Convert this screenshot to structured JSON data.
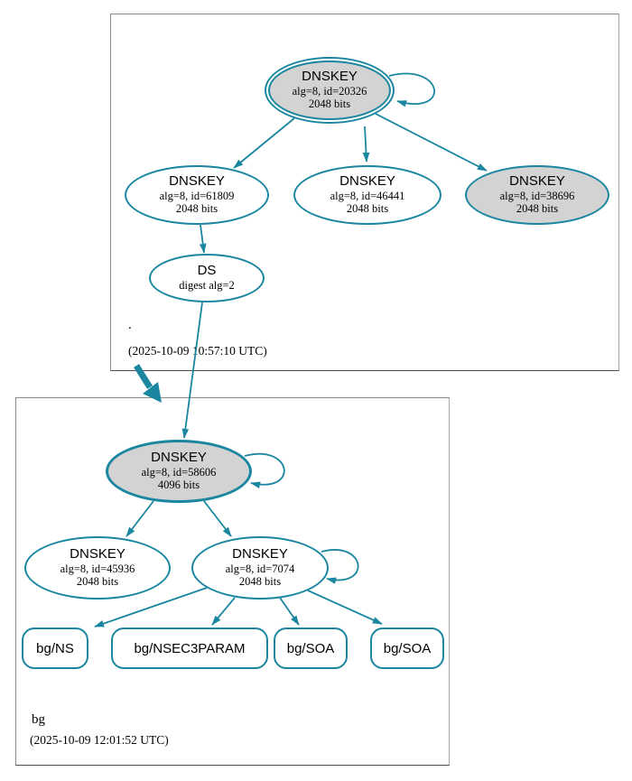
{
  "colors": {
    "teal": "#1a86a0",
    "node_fill": "#d3d3d3",
    "cluster_border": "#808080"
  },
  "clusters": {
    "root": {
      "label": ".",
      "timestamp": "(2025-10-09 10:57:10 UTC)"
    },
    "bg": {
      "label": "bg",
      "timestamp": "(2025-10-09 12:01:52 UTC)"
    }
  },
  "nodes": {
    "k20326": {
      "title": "DNSKEY",
      "detail1": "alg=8, id=20326",
      "detail2": "2048 bits"
    },
    "k61809": {
      "title": "DNSKEY",
      "detail1": "alg=8, id=61809",
      "detail2": "2048 bits"
    },
    "k46441": {
      "title": "DNSKEY",
      "detail1": "alg=8, id=46441",
      "detail2": "2048 bits"
    },
    "k38696": {
      "title": "DNSKEY",
      "detail1": "alg=8, id=38696",
      "detail2": "2048 bits"
    },
    "ds": {
      "title": "DS",
      "detail1": "digest alg=2"
    },
    "k58606": {
      "title": "DNSKEY",
      "detail1": "alg=8, id=58606",
      "detail2": "4096 bits"
    },
    "k45936": {
      "title": "DNSKEY",
      "detail1": "alg=8, id=45936",
      "detail2": "2048 bits"
    },
    "k7074": {
      "title": "DNSKEY",
      "detail1": "alg=8, id=7074",
      "detail2": "2048 bits"
    }
  },
  "rrsets": {
    "ns": {
      "label": "bg/NS"
    },
    "nsec3param": {
      "label": "bg/NSEC3PARAM"
    },
    "soa1": {
      "label": "bg/SOA"
    },
    "soa2": {
      "label": "bg/SOA"
    }
  }
}
